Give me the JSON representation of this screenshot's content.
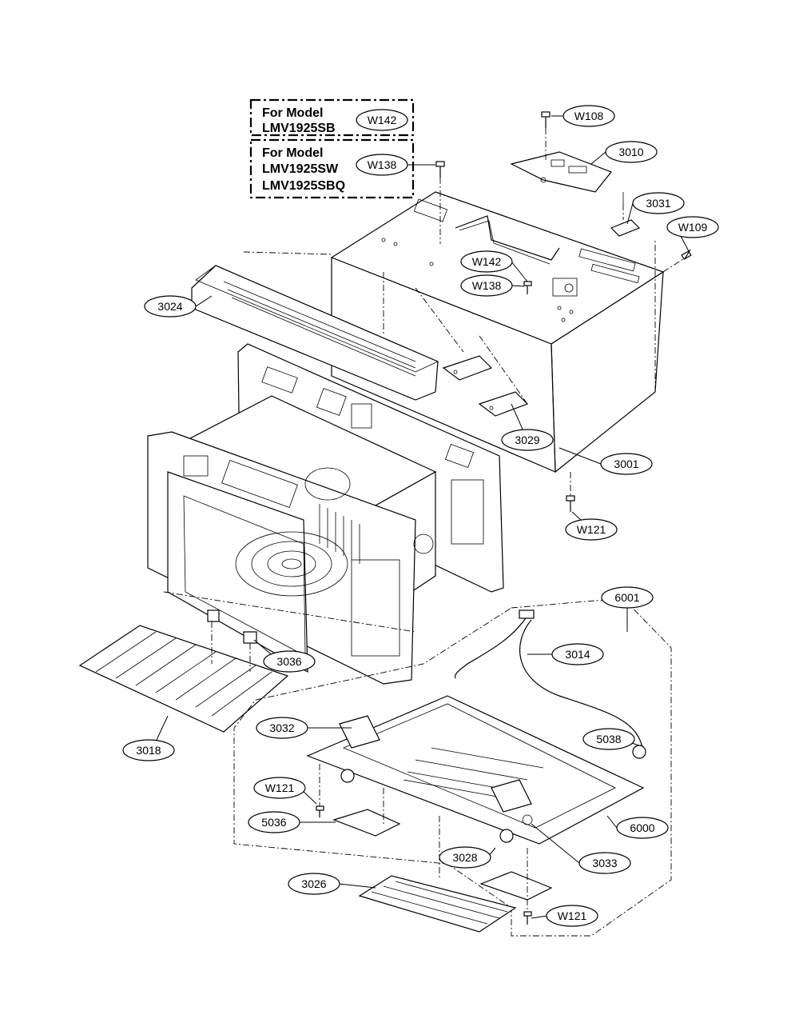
{
  "model_notes": [
    {
      "heading": "For Model",
      "models": [
        "LMV1925SB"
      ],
      "part": "W142"
    },
    {
      "heading": "For Model",
      "models": [
        "LMV1925SW",
        "LMV1925SBQ"
      ],
      "part": "W138"
    }
  ],
  "callouts": {
    "c_W108": "W108",
    "c_3010": "3010",
    "c_3031": "3031",
    "c_W109": "W109",
    "c_W142": "W142",
    "c_W138": "W138",
    "c_3024": "3024",
    "c_3029": "3029",
    "c_3001": "3001",
    "c_W121a": "W121",
    "c_6001": "6001",
    "c_3014": "3014",
    "c_3036": "3036",
    "c_3032": "3032",
    "c_5038": "5038",
    "c_3018": "3018",
    "c_W121b": "W121",
    "c_5036": "5036",
    "c_6000": "6000",
    "c_3028": "3028",
    "c_3033": "3033",
    "c_3026": "3026",
    "c_W121c": "W121"
  }
}
